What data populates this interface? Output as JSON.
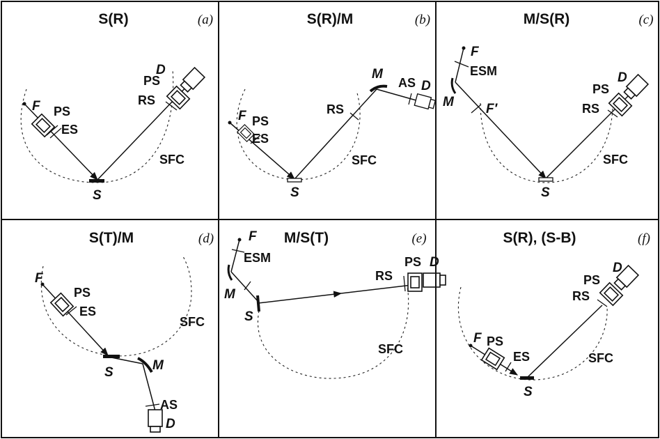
{
  "panels": [
    {
      "title": "S(R)",
      "tag": "(a)",
      "labels": [
        "F",
        "PS",
        "ES",
        "S",
        "SFC",
        "RS",
        "PS",
        "D"
      ]
    },
    {
      "title": "S(R)/M",
      "tag": "(b)",
      "labels": [
        "F",
        "PS",
        "ES",
        "S",
        "RS",
        "SFC",
        "M",
        "AS",
        "D"
      ]
    },
    {
      "title": "M/S(R)",
      "tag": "(c)",
      "labels": [
        "F",
        "ESM",
        "M",
        "F′",
        "S",
        "SFC",
        "RS",
        "PS",
        "D"
      ]
    },
    {
      "title": "S(T)/M",
      "tag": "(d)",
      "labels": [
        "F",
        "PS",
        "ES",
        "SFC",
        "S",
        "M",
        "AS",
        "D"
      ]
    },
    {
      "title": "M/S(T)",
      "tag": "(e)",
      "labels": [
        "F",
        "ESM",
        "M",
        "S",
        "RS",
        "PS",
        "D",
        "SFC"
      ]
    },
    {
      "title": "S(R), (S-B)",
      "tag": "(f)",
      "labels": [
        "F",
        "PS",
        "ES",
        "S",
        "SFC",
        "RS",
        "PS",
        "D"
      ]
    }
  ]
}
